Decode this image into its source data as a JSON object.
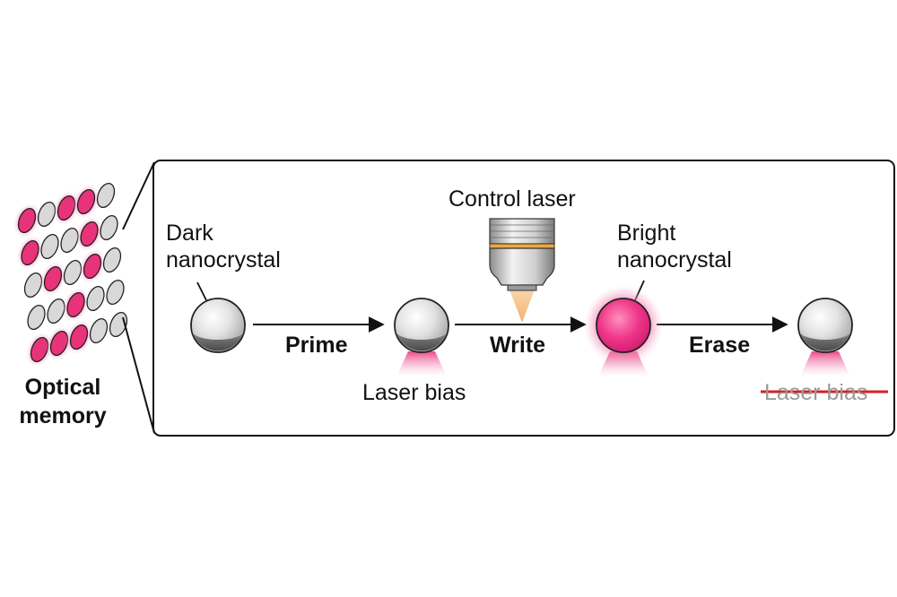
{
  "labels": {
    "optical_memory": "Optical memory",
    "dark_nanocrystal_line1": "Dark",
    "dark_nanocrystal_line2": "nanocrystal",
    "bright_nanocrystal_line1": "Bright",
    "bright_nanocrystal_line2": "nanocrystal",
    "control_laser": "Control laser",
    "laser_bias": "Laser bias",
    "laser_bias_struck": "Laser bias"
  },
  "steps": {
    "prime": "Prime",
    "write": "Write",
    "erase": "Erase"
  },
  "colors": {
    "pink": "#e8337a",
    "pink_glow": "#f59cbf",
    "gray_sphere": "#d8d8d8",
    "outline": "#222222",
    "strike": "#d61f26",
    "laser_cone": "#f5c999"
  },
  "memory_grid": {
    "rows": 5,
    "cols": 5,
    "pattern": [
      [
        1,
        0,
        1,
        1,
        0
      ],
      [
        1,
        0,
        0,
        1,
        0
      ],
      [
        0,
        1,
        0,
        1,
        0
      ],
      [
        0,
        0,
        1,
        0,
        0
      ],
      [
        1,
        1,
        1,
        0,
        0
      ]
    ]
  }
}
